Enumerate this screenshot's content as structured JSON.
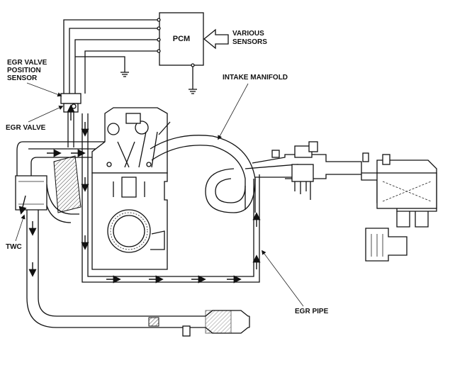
{
  "labels": {
    "pcm": "PCM",
    "various_sensors_line1": "VARIOUS",
    "various_sensors_line2": "SENSORS",
    "egr_valve_position_sensor_line1": "EGR VALVE",
    "egr_valve_position_sensor_line2": "POSITION",
    "egr_valve_position_sensor_line3": "SENSOR",
    "egr_valve": "EGR VALVE",
    "intake_manifold": "INTAKE MANIFOLD",
    "twc": "TWC",
    "egr_pipe": "EGR PIPE"
  },
  "colors": {
    "line": "#111111",
    "background": "#ffffff"
  }
}
